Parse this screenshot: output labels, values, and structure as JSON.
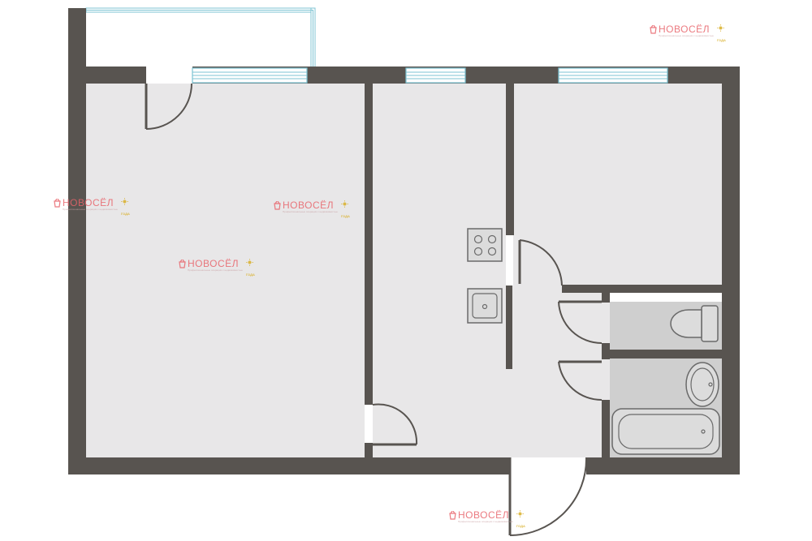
{
  "colors": {
    "wall": "#585450",
    "floor": "#e8e7e8",
    "wet_floor": "#cfcfcf",
    "window_glass": "#7cc3d3",
    "fixture": "#dcdcdc",
    "fixture_stroke": "#6a6a6a",
    "door_stroke": "#585450",
    "watermark_brand": "#e8636a",
    "watermark_badge": "#d9b02a"
  },
  "watermark": {
    "brand": "НОВОСЁЛ",
    "tagline": "Профессиональные операции с недвижимостью",
    "badge": "ГОДА",
    "logo_icon": "novosel-logo-icon",
    "badge_icon": "award-sun-icon"
  },
  "plan": {
    "rooms": [
      "living-room",
      "kitchen",
      "bedroom",
      "toilet",
      "bathroom",
      "hall",
      "balcony"
    ],
    "fixtures": [
      "stove-icon",
      "kitchen-sink-icon",
      "toilet-icon",
      "washbasin-icon",
      "bathtub-icon"
    ]
  }
}
